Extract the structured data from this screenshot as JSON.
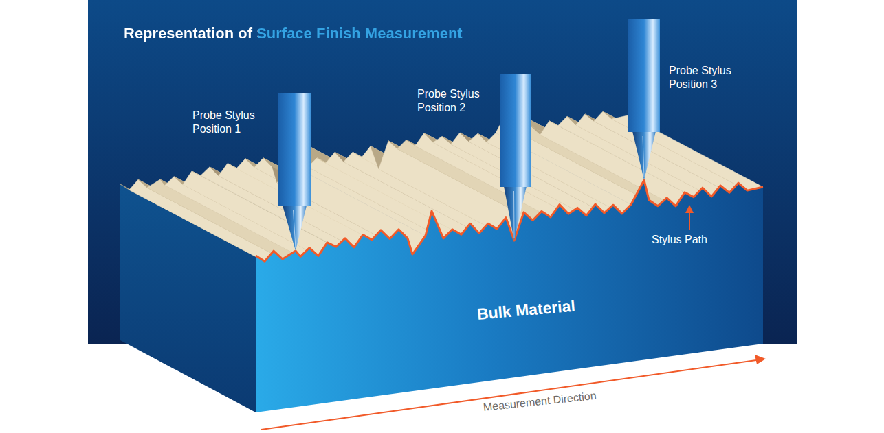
{
  "diagram": {
    "title": "Representation of Surface Finish Measurement",
    "labels": [
      "Probe Stylus Position 1",
      "Probe Stylus Position 2",
      "Probe Stylus Position 3",
      "Stylus Path",
      "Bulk Material",
      "Measurement Direction"
    ]
  }
}
